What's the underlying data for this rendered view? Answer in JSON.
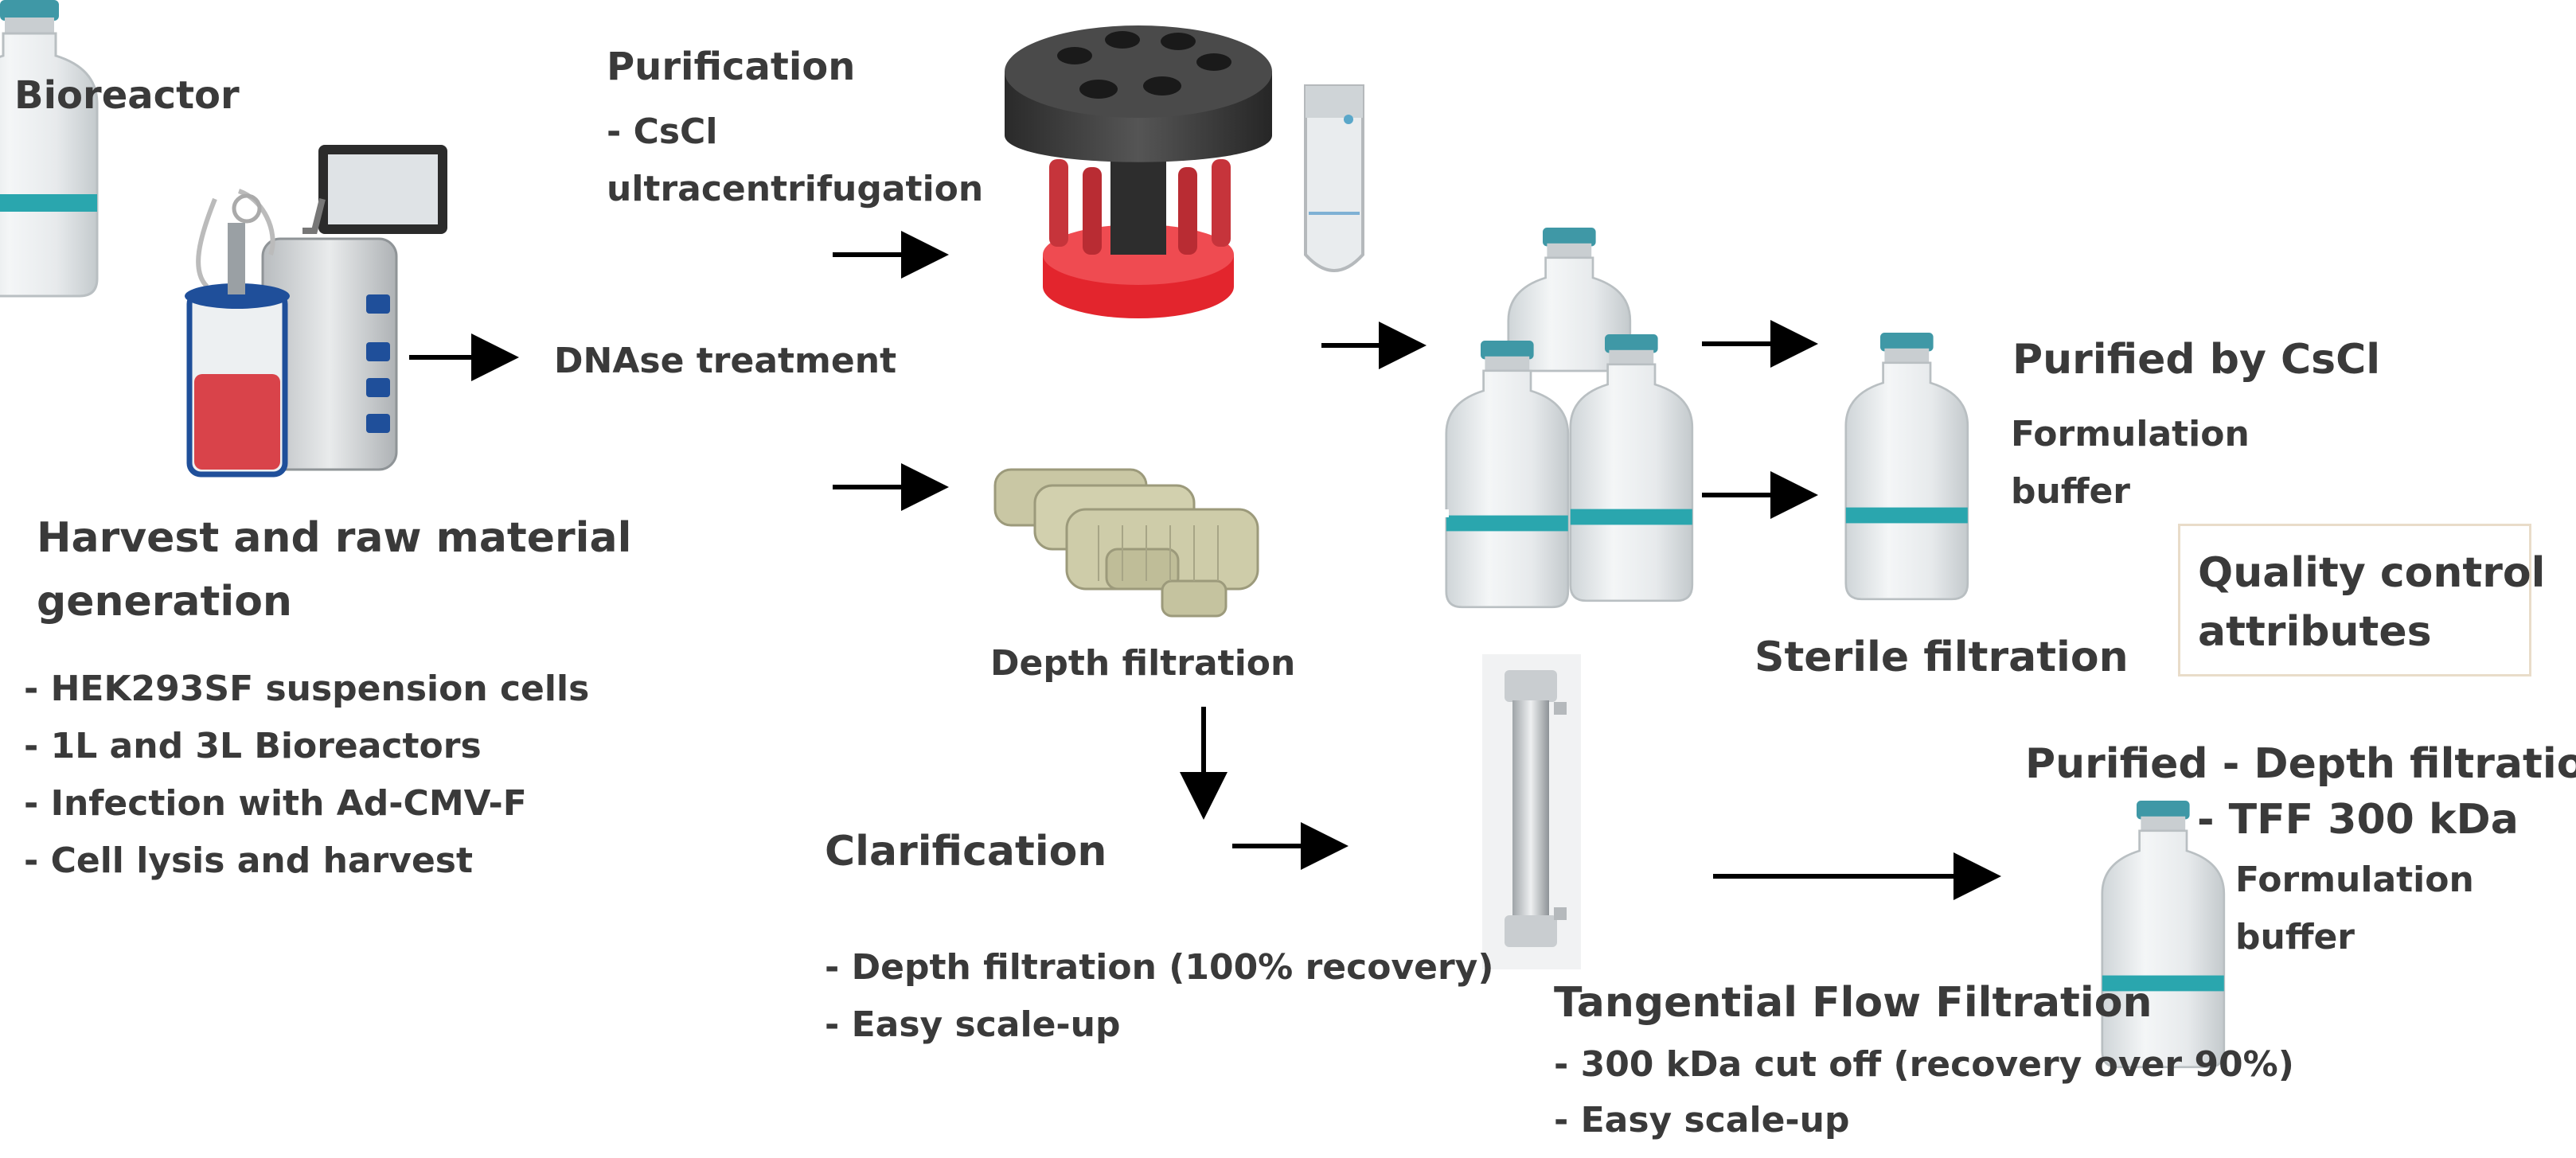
{
  "bioreactor": {
    "title": "Bioreactor",
    "harvest_title_1": "Harvest and raw material",
    "harvest_title_2": "generation",
    "bullets": [
      "- HEK293SF suspension cells",
      "- 1L and 3L Bioreactors",
      "- Infection with Ad-CMV-F",
      "- Cell lysis and harvest"
    ]
  },
  "dnase": {
    "label": "DNAse treatment"
  },
  "purification": {
    "title": "Purification",
    "line1": "- CsCl",
    "line2": "ultracentrifugation"
  },
  "depth_filtration": {
    "label": "Depth filtration"
  },
  "clarification": {
    "title": "Clarification",
    "bullets": [
      "- Depth filtration (100% recovery)",
      "- Easy scale-up"
    ]
  },
  "sterile_filtration": {
    "label": "Sterile filtration"
  },
  "purified_cscl": {
    "title": "Purified by CsCl",
    "sub1": "Formulation",
    "sub2": "buffer"
  },
  "quality_control": {
    "line1": "Quality control",
    "line2": "attributes"
  },
  "tff": {
    "title": "Tangential Flow Filtration",
    "bullets": [
      "- 300 kDa cut off (recovery over 90%)",
      "- Easy scale-up"
    ]
  },
  "purified_depth": {
    "title1": "Purified - Depth filtration",
    "title2": "- TFF 300 kDa",
    "sub1": "Formulation",
    "sub2": "buffer"
  },
  "colors": {
    "text": "#3a3a3a",
    "vial_cap": "#3f98a6",
    "vial_band": "#2aa6ae",
    "rotor_base": "#e3252d",
    "rotor_body": "#3b3b3b",
    "reactor_liquid": "#d9434a",
    "reactor_frame": "#1f4f9a",
    "filter_cartridge": "#c9c7a4",
    "arrow": "#000000",
    "qc_border": "#e9dcc9"
  },
  "icons": [
    "bioreactor-icon",
    "centrifuge-rotor-icon",
    "centrifuge-tube-icon",
    "depth-filter-cartridges-icon",
    "tff-hollow-fiber-icon",
    "vial-icon"
  ]
}
